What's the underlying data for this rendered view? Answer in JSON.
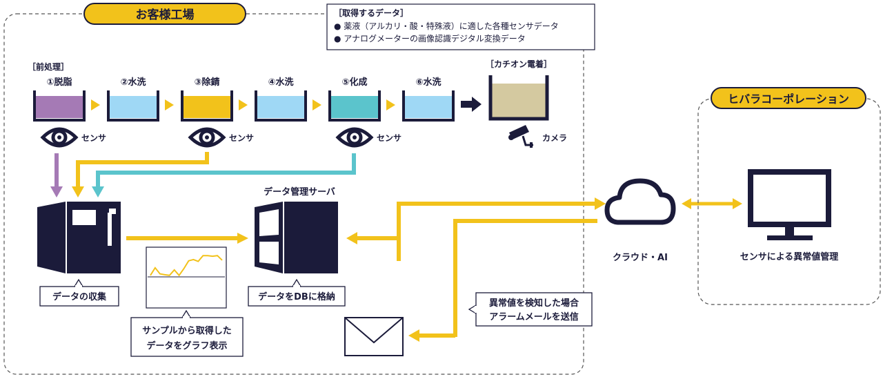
{
  "colors": {
    "navy": "#1b1b3a",
    "yellow": "#f2c21b",
    "purple": "#a57ab5",
    "light_blue": "#9fd8f5",
    "teal": "#5bc4cc",
    "khaki": "#d4c9a0",
    "border_gray": "#555555"
  },
  "customer_factory": {
    "title": "お客様工場",
    "pretreatment_label": "［前処理］",
    "electrodeposition_label": "［カチオン電着］",
    "tanks": [
      {
        "label": "①脱脂",
        "fill": "#a57ab5"
      },
      {
        "label": "②水洗",
        "fill": "#9fd8f5"
      },
      {
        "label": "③除錆",
        "fill": "#f2c21b"
      },
      {
        "label": "④水洗",
        "fill": "#9fd8f5"
      },
      {
        "label": "⑤化成",
        "fill": "#5bc4cc"
      },
      {
        "label": "⑥水洗",
        "fill": "#9fd8f5"
      }
    ],
    "sensor_label": "センサ",
    "camera_label": "カメラ",
    "collect_label": "データの収集",
    "server_title": "データ管理サーバ",
    "db_label": "データをDBに格納",
    "graph_caption": [
      "サンプルから取得した",
      "データをグラフ表示"
    ],
    "alert_caption": [
      "異常値を検知した場合",
      "アラームメールを送信"
    ],
    "graph_values": [
      0.3,
      0.55,
      0.35,
      0.32,
      0.3,
      0.48,
      0.3,
      0.52,
      0.78,
      0.82,
      0.76,
      0.95,
      0.95,
      0.93,
      0.95,
      0.8
    ]
  },
  "acquired_data": {
    "title": "［取得するデータ］",
    "items": [
      "● 薬液（アルカリ・酸・特殊液）に適した各種センサデータ",
      "● アナログメーターの画像認識デジタル変換データ"
    ]
  },
  "cloud": {
    "label": "クラウド・AI"
  },
  "hibara": {
    "title": "ヒバラコーポレーション",
    "monitor_label": "センサによる異常値管理"
  }
}
